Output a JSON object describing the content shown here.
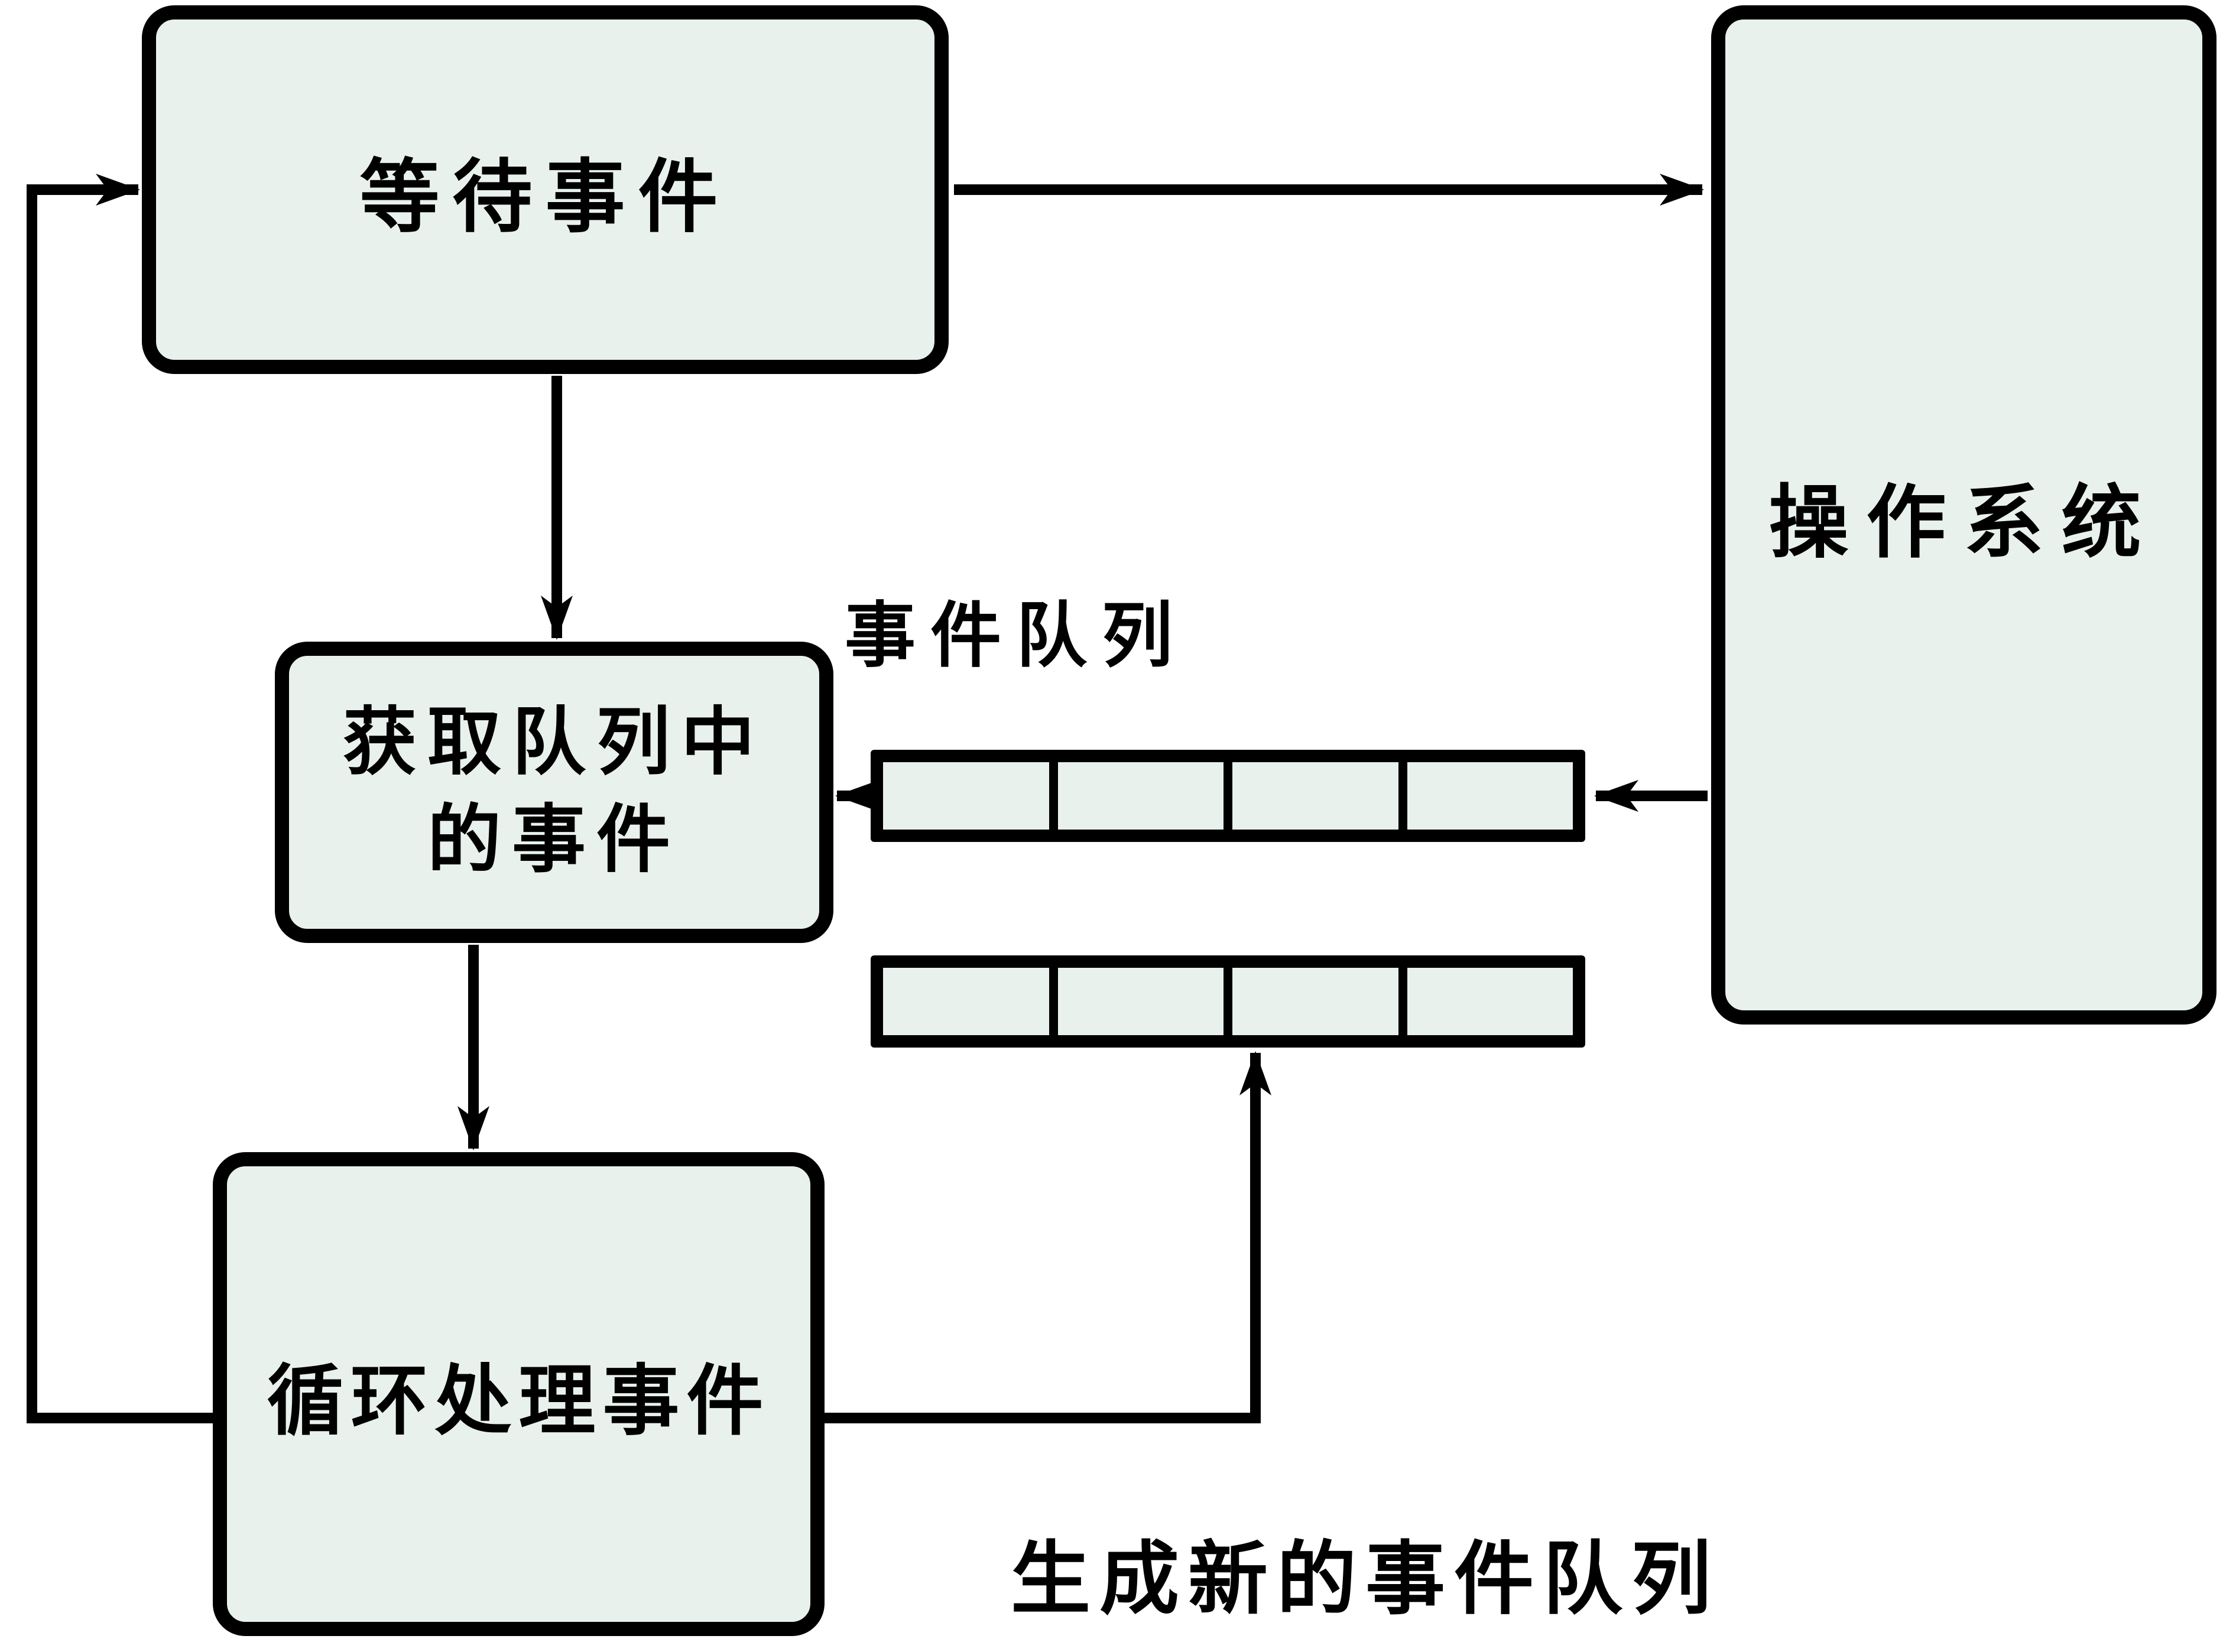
{
  "nodes": {
    "wait_event": {
      "label": "等待事件"
    },
    "operating_system": {
      "label": "操作系统"
    },
    "get_event_from_queue": {
      "line1": "获取队列中",
      "line2": "的事件"
    },
    "loop_process_events": {
      "label": "循环处理事件"
    }
  },
  "labels": {
    "event_queue": "事件队列",
    "generate_new_queue": "生成新的事件队列"
  },
  "queues": {
    "event_queue": {
      "cells": 4
    },
    "new_event_queue": {
      "cells": 4
    }
  },
  "arrows": [
    {
      "from": "wait_event",
      "to": "operating_system"
    },
    {
      "from": "wait_event",
      "to": "get_event_from_queue"
    },
    {
      "from": "event_queue",
      "to": "get_event_from_queue"
    },
    {
      "from": "operating_system",
      "to": "event_queue"
    },
    {
      "from": "get_event_from_queue",
      "to": "loop_process_events"
    },
    {
      "from": "loop_process_events",
      "to": "new_event_queue"
    },
    {
      "from": "loop_process_events",
      "to": "wait_event"
    }
  ],
  "colors": {
    "node_fill": "#e8f1ec",
    "stroke": "#000000",
    "background": "#ffffff"
  }
}
